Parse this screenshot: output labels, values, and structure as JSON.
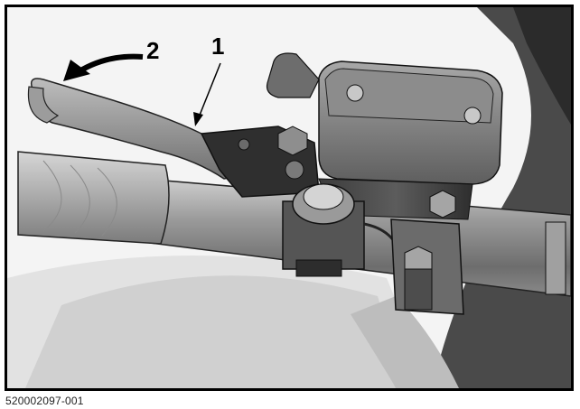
{
  "figure": {
    "callouts": [
      {
        "id": "1",
        "label": "1"
      },
      {
        "id": "2",
        "label": "2"
      }
    ],
    "caption": "520002097-001"
  }
}
